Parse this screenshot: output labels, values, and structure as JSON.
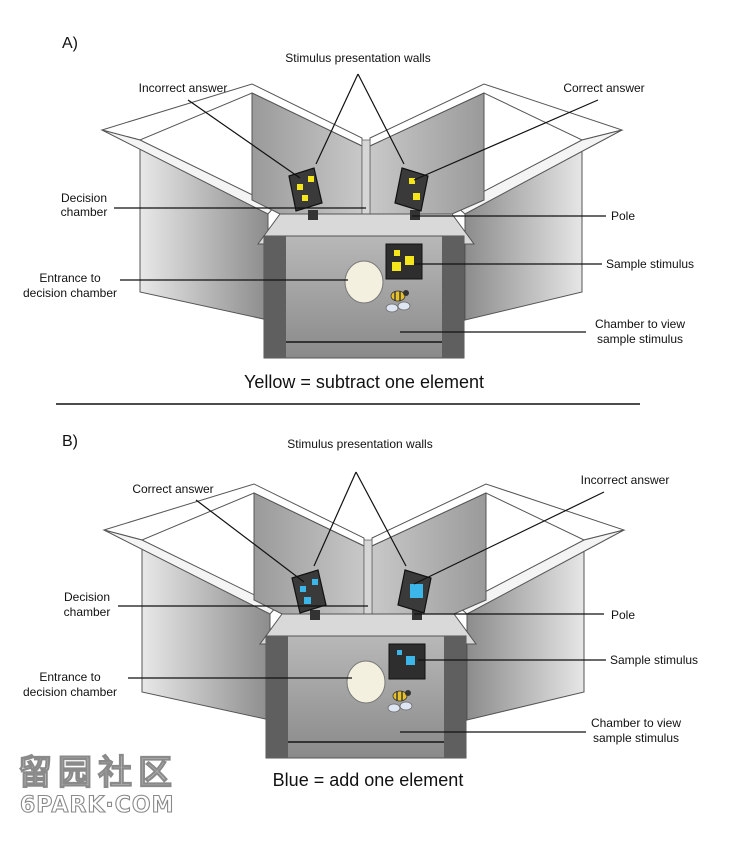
{
  "panels": [
    {
      "letter": "A)",
      "labels": {
        "walls": "Stimulus presentation walls",
        "incorrect": "Incorrect answer",
        "correct": "Correct answer",
        "decision_1": "Decision",
        "decision_2": "chamber",
        "pole": "Pole",
        "sample": "Sample stimulus",
        "entrance_1": "Entrance to",
        "entrance_2": "decision chamber",
        "view_1": "Chamber to view",
        "view_2": "sample stimulus"
      },
      "caption": "Yellow = subtract one element",
      "stimulus_color": "#f5e51b",
      "left_screen": "incorrect",
      "right_screen": "correct"
    },
    {
      "letter": "B)",
      "labels": {
        "walls": "Stimulus presentation walls",
        "incorrect": "Incorrect answer",
        "correct": "Correct answer",
        "decision_1": "Decision",
        "decision_2": "chamber",
        "pole": "Pole",
        "sample": "Sample stimulus",
        "entrance_1": "Entrance to",
        "entrance_2": "decision chamber",
        "view_1": "Chamber to view",
        "view_2": "sample stimulus"
      },
      "caption": "Blue = add one element",
      "stimulus_color": "#3cb6e8",
      "left_screen": "correct",
      "right_screen": "incorrect"
    }
  ],
  "watermark": {
    "chinese": "留园社区",
    "latin": "6PARK·COM"
  }
}
